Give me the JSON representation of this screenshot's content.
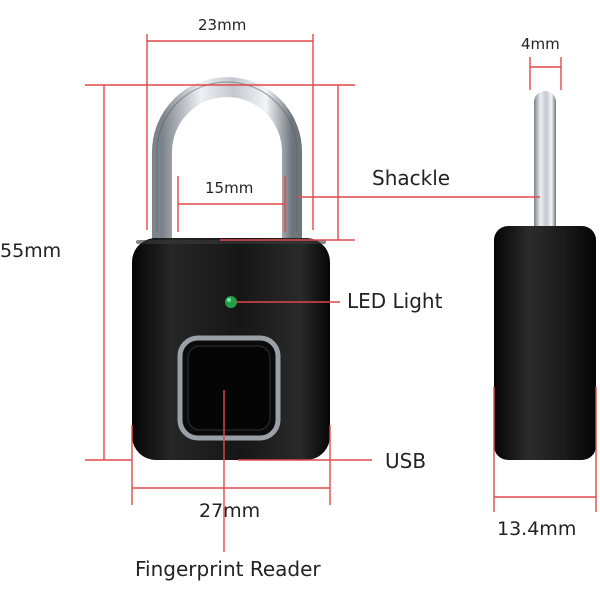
{
  "dimensions": {
    "top_width": "23mm",
    "inner_width": "15mm",
    "total_height": "55mm",
    "bottom_width": "27mm",
    "shackle_thickness": "4mm",
    "body_thickness": "13.4mm"
  },
  "callouts": {
    "shackle": "Shackle",
    "led_light": "LED Light",
    "usb": "USB",
    "fingerprint_reader": "Fingerprint Reader"
  },
  "colors": {
    "dimension_line": "#e0494b",
    "lock_body": "#141414",
    "shackle_metal": "#b9bec6",
    "led": "#1fa34a",
    "reader_frame": "#9aa0a6"
  }
}
